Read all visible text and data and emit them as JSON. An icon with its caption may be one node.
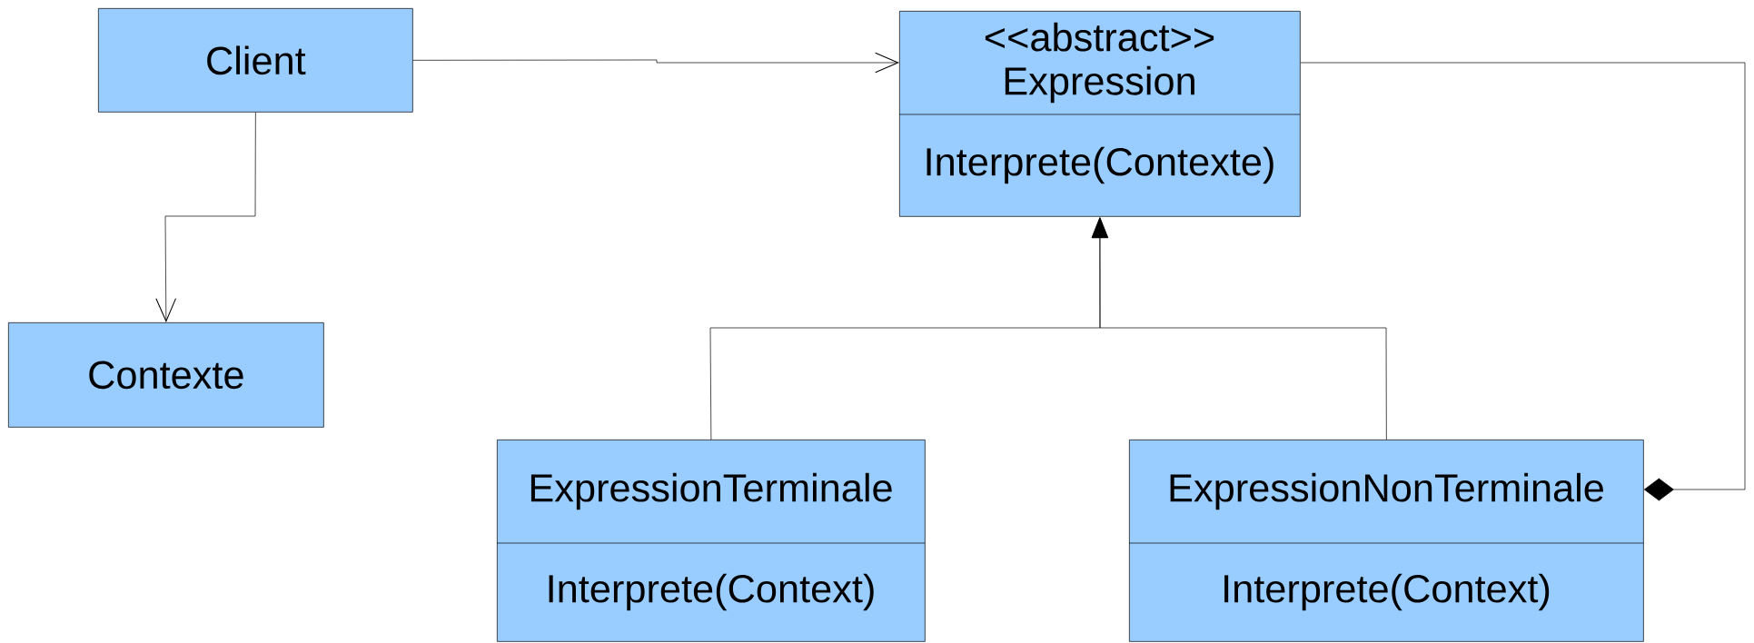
{
  "diagram": {
    "nodes": [
      {
        "text": [
          "Client"
        ]
      },
      {
        "text": [
          "Contexte"
        ]
      },
      {
        "text": [
          "<<abstract>> Expression",
          "Interprete(Contexte)"
        ]
      },
      {
        "text": [
          "ExpressionTerminale",
          "Interprete(Context)"
        ]
      },
      {
        "text": [
          "ExpressionNonTerminale",
          "Interprete(Context)"
        ]
      }
    ],
    "edges": [
      {
        "from": 0,
        "to": 2,
        "arrow": "to"
      },
      {
        "from": 0,
        "to": 1,
        "arrow": "to"
      },
      {
        "from": 3,
        "to": 2,
        "arrow": "to"
      },
      {
        "from": 4,
        "to": 2,
        "arrow": "to"
      },
      {
        "from": 2,
        "to": 4,
        "arrow": "other"
      }
    ]
  }
}
